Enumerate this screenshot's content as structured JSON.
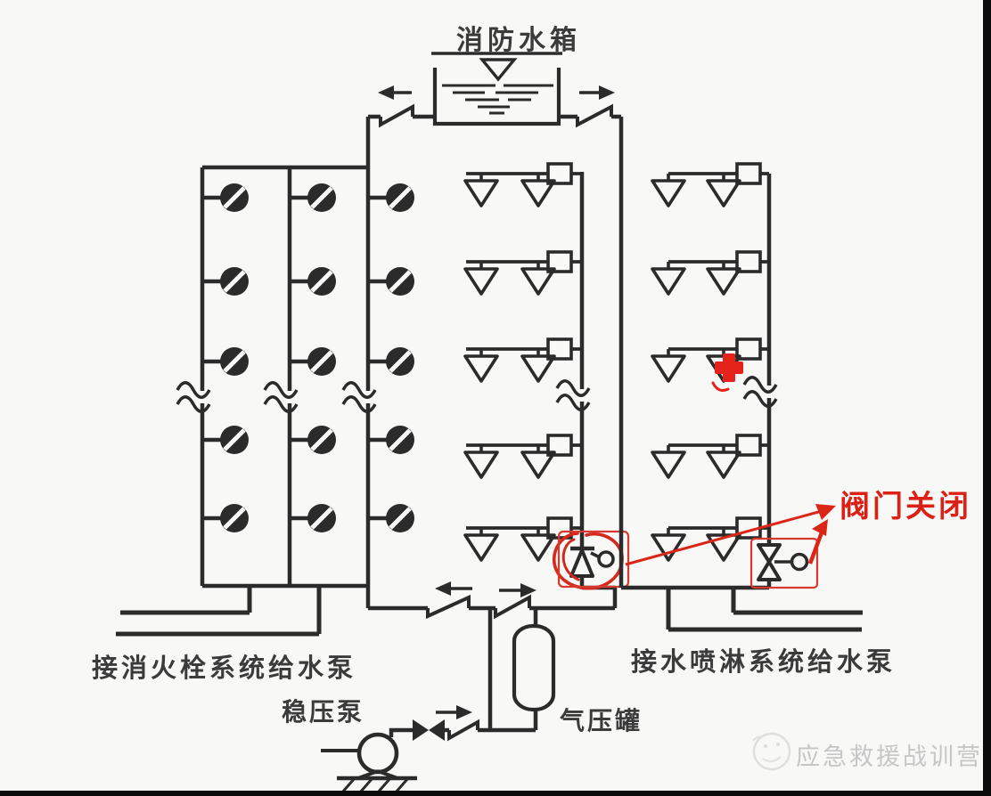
{
  "diagram": {
    "kind": "fire-protection water supply system schematic",
    "labels": {
      "tank": "消防水箱",
      "hydrant_pump": "接消火栓系统给水泵",
      "stabilizer_pump": "稳压泵",
      "gas_tank": "气压罐",
      "sprinkler_pump": "接水喷淋系统给水泵"
    },
    "annotations": {
      "valve_closed": "阀门关闭",
      "closed_sprinkler_marker": "red plus on one sprinkler branch",
      "circled_valves": 2
    },
    "watermark": "应急救援战训营",
    "structure": {
      "hydrant_risers": 3,
      "hydrants_per_riser": 5,
      "sprinkler_risers": 2,
      "branches_per_sprinkler_riser": 5,
      "sprinklers_per_branch": 2,
      "pipe_breaks": 5
    },
    "symbols": {
      "hydrant-icon": "filled circle with diagonal slash",
      "sprinkler-icon": "open downward triangle",
      "check-valve-icon": "diagonal tick with flow arrow",
      "flow-indicator-icon": "small square on branch",
      "signal-valve-icon": "valve with wheel circle",
      "pipe-break-icon": "double wavy line",
      "pump-icon": "circle on support with ground hatching",
      "gas-tank-icon": "vertical capsule vessel",
      "water-level-icon": "inverted open triangle"
    },
    "colors": {
      "line": "#2b2b2b",
      "annotation_red": "#da2517",
      "marker_red": "#e5231b",
      "watermark_gray": "#c6c6c6",
      "background": "#f8f8f7",
      "border": "#0b0b0b"
    }
  }
}
